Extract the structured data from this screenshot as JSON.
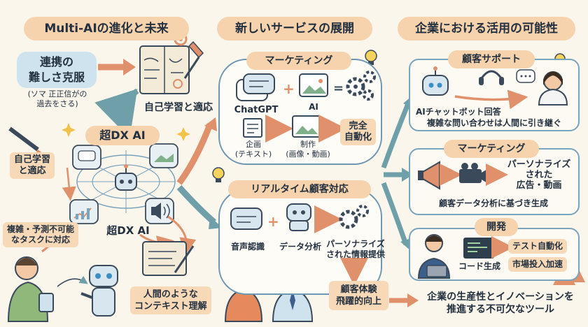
{
  "headers": {
    "left": "Multi-AIの進化と未来",
    "middle": "新しいサービスの展開",
    "right": "企業における活用の可能性"
  },
  "left": {
    "overcome_line1": "連携の",
    "overcome_line2": "難しさ克服",
    "past_line1": "(ソマ 正正信がの",
    "past_line2": "過去をさる)",
    "self_learning_top": "自己学習と適応",
    "chodx_top": "超DX AI",
    "self_learning_side_line1": "自己学習",
    "self_learning_side_line2": "と適応",
    "chodx_bottom": "超DX AI",
    "complex_line1": "複雑・予測不可能",
    "complex_line2": "なタスクに対応",
    "context_line1": "人間のような",
    "context_line2": "コンテキスト理解"
  },
  "middle": {
    "marketing_title": "マーケティング",
    "chatgpt": "ChatGPT",
    "ai": "AI",
    "plan_line1": "企画",
    "plan_line2": "(テキスト)",
    "produce_line1": "制作",
    "produce_line2": "(画像・動画)",
    "auto_line1": "完全",
    "auto_line2": "自動化",
    "realtime_title": "リアルタイム顧客対応",
    "voice": "音声認識",
    "data_analysis": "データ分析",
    "personalized_line1": "パーソナライズ",
    "personalized_line2": "された情報提供",
    "cx_line1": "顧客体験",
    "cx_line2": "飛躍的向上"
  },
  "right": {
    "support_title": "顧客サポート",
    "support_line1": "AIチャットボット回答",
    "support_line2": "複雑な問い合わせは人間に引き継ぐ",
    "marketing_title": "マーケティング",
    "ads_line1": "パーソナライズ",
    "ads_line2": "された",
    "ads_line3": "広告・動画",
    "ads_caption": "顧客データ分析に基づき生成",
    "dev_title": "開発",
    "code_gen": "コード生成",
    "test_auto": "テスト自動化",
    "market_speed": "市場投入加速",
    "conclusion_line1": "企業の生産性とイノベーションを",
    "conclusion_line2": "推進する不可欠なツール"
  },
  "colors": {
    "background": "#fbf6ec",
    "orange_pill": "#f6d2ad",
    "blue_pill": "#cfe3ee",
    "arrow_orange": "#e0906a",
    "arrow_teal": "#6f9fa8",
    "border_blue": "#7aa3bd"
  }
}
